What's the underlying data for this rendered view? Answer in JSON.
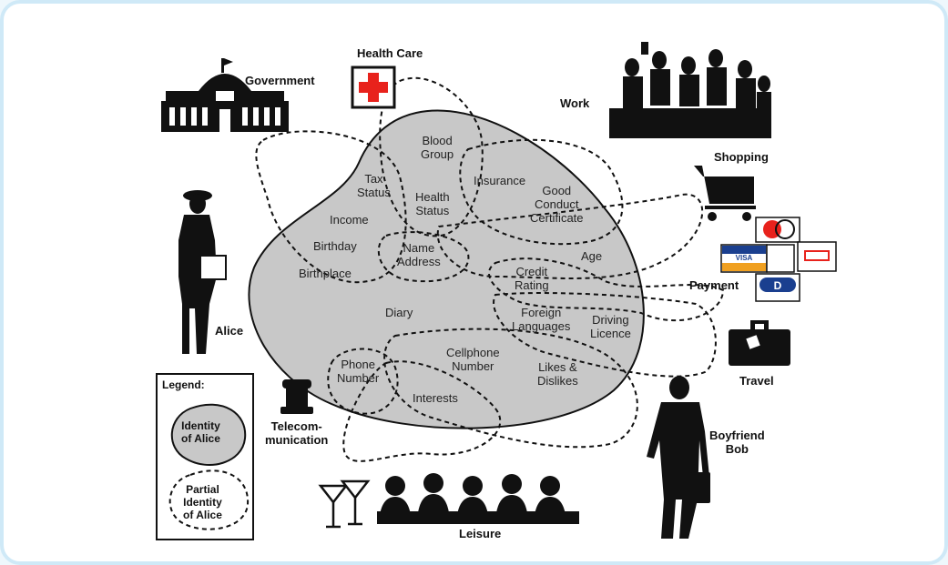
{
  "contexts": {
    "government": "Government",
    "health_care": "Health Care",
    "work": "Work",
    "shopping": "Shopping",
    "payment": "Payment",
    "travel": "Travel",
    "boyfriend": "Boyfriend\nBob",
    "leisure": "Leisure",
    "telecom": "Telecom-\nmunication",
    "alice": "Alice"
  },
  "attributes": {
    "blood_group": "Blood\nGroup",
    "tax_status": "Tax\nStatus",
    "health_status": "Health\nStatus",
    "insurance": "Insurance",
    "good_conduct": "Good\nConduct\nCertificate",
    "income": "Income",
    "birthday": "Birthday",
    "name_address": "Name\nAddress",
    "birthplace": "Birthplace",
    "age": "Age",
    "credit_rating": "Credit\nRating",
    "diary": "Diary",
    "foreign_languages": "Foreign\nLanguages",
    "driving_licence": "Driving\nLicence",
    "phone_number": "Phone\nNumber",
    "cellphone_number": "Cellphone\nNumber",
    "likes_dislikes": "Likes &\nDislikes",
    "interests": "Interests"
  },
  "legend": {
    "title": "Legend:",
    "identity": "Identity\nof Alice",
    "partial": "Partial\nIdentity\nof Alice"
  },
  "cards": {
    "visa": "VISA"
  },
  "colors": {
    "blob_fill": "#c8c8c8",
    "red_cross": "#e8221c",
    "visa_blue": "#1a3f8f",
    "visa_gold": "#f0a020",
    "frame": "#cfe9f7"
  }
}
